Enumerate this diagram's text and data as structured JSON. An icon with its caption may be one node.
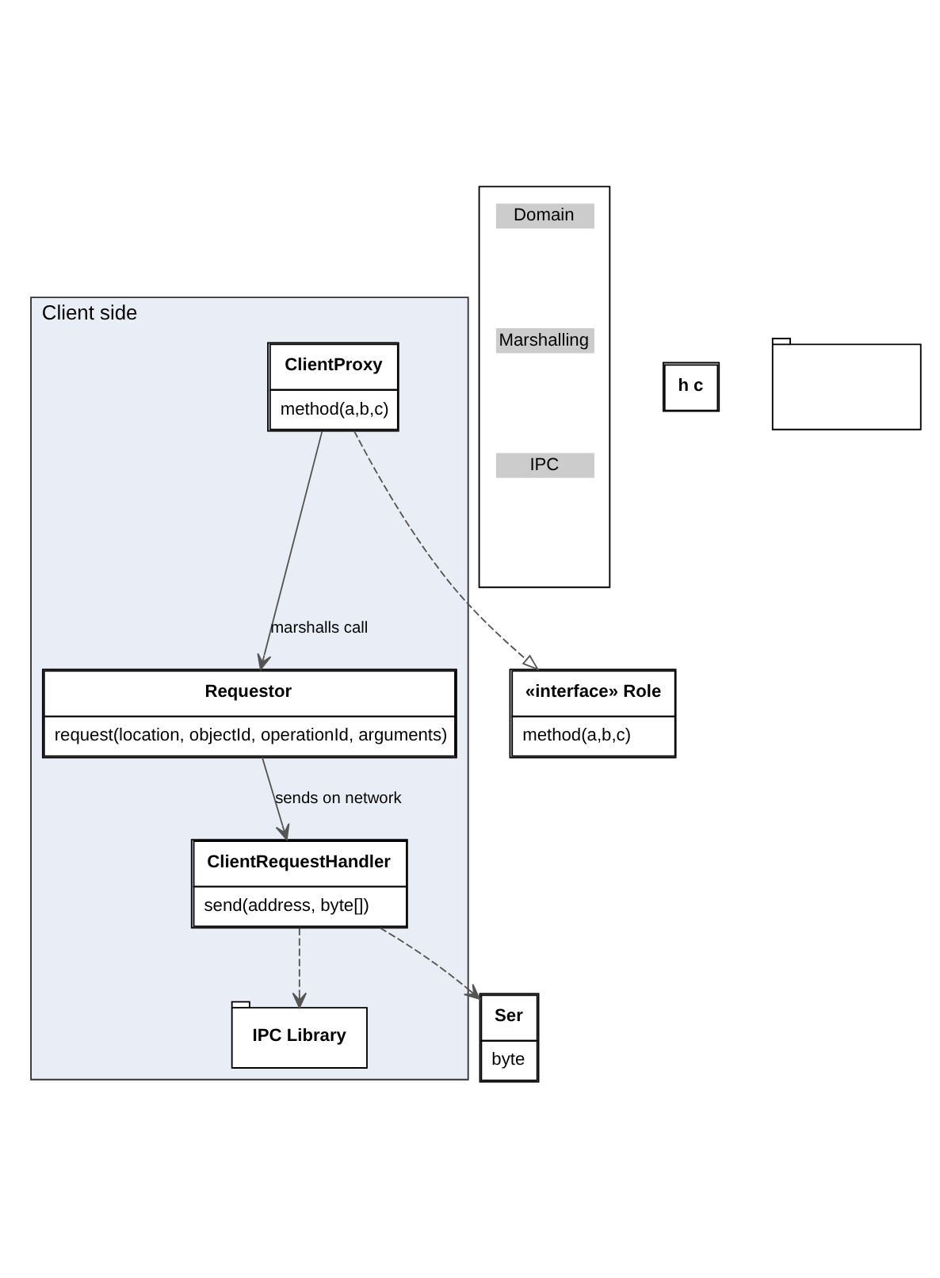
{
  "diagram": {
    "nodes": [
      {
        "text": [
          "«interface» Role",
          "method(a,b,c)"
        ]
      },
      {
        "text": [
          "Client side"
        ]
      },
      {
        "text": [
          "ClientProxy",
          "method(a,b,c)"
        ],
        "in": 1
      },
      {
        "text": [
          "Domain",
          "Marshalling",
          "IPC"
        ]
      },
      {
        "text": [
          "Requestor",
          "request(location, objectId, operationId, arguments)"
        ],
        "in": 1
      },
      {
        "text": [
          "h c"
        ]
      },
      {
        "text": [
          "ClientRequestHandler",
          "send(address, byte[])"
        ],
        "in": 1
      },
      {
        "text": [
          "Ser",
          "byte"
        ]
      },
      {
        "text": [
          "IPC Library"
        ],
        "in": 1
      },
      {
        "text": [],
        "shape": "folder"
      }
    ],
    "edges": [
      {
        "from": 2,
        "to": 0,
        "arrow": "to",
        "style": "dashed"
      },
      {
        "from": 2,
        "to": 4,
        "arrow": "to",
        "label": "marshalls call"
      },
      {
        "from": 4,
        "to": 6,
        "arrow": "to",
        "label": "sends on network"
      },
      {
        "from": 6,
        "to": 7,
        "arrow": "to",
        "style": "dashed"
      },
      {
        "from": 6,
        "to": 8,
        "arrow": "to",
        "style": "dashed"
      }
    ]
  }
}
